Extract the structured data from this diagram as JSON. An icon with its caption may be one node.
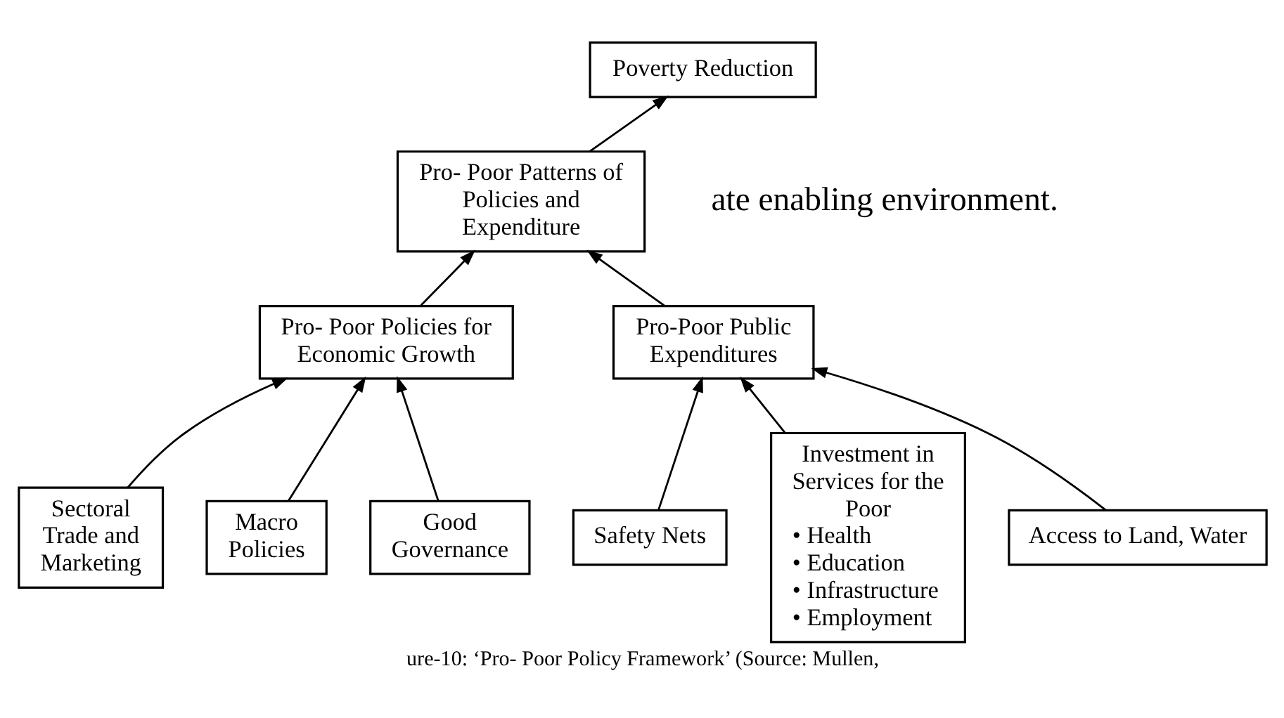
{
  "diagram": {
    "caption": "ure-10: ‘Pro- Poor Policy Framework’ (Source: Mullen,",
    "nodes": [
      {
        "text": [
          "Poverty Reduction"
        ]
      },
      {
        "text": [
          "Pro- Poor Patterns of Policies and Expenditure"
        ]
      },
      {
        "text": [
          "Safety Nets"
        ]
      },
      {
        "text": [
          "Pro- Poor Policies for Economic Growth"
        ]
      },
      {
        "text": [
          "Pro-Poor Public Expenditures"
        ]
      },
      {
        "text": [
          "Sectoral Trade and Marketing"
        ]
      },
      {
        "text": [
          "Macro Policies"
        ]
      },
      {
        "text": [
          "Good Governance"
        ]
      },
      {
        "text": [
          "Investment in Services for the Poor",
          "• Health",
          "• Education",
          "• Infrastructure",
          "• Employment"
        ]
      },
      {
        "text": [
          "Access to Land, Water"
        ]
      }
    ],
    "edges": [
      {
        "from": 1,
        "to": 0,
        "arrow": "to"
      },
      {
        "from": 3,
        "to": 1,
        "arrow": "to"
      },
      {
        "from": 4,
        "to": 1,
        "arrow": "to"
      },
      {
        "from": 2,
        "to": 4,
        "arrow": "to"
      },
      {
        "from": 5,
        "to": 3,
        "arrow": "to"
      },
      {
        "from": 6,
        "to": 3,
        "arrow": "to"
      },
      {
        "from": 7,
        "to": 3,
        "arrow": "to"
      },
      {
        "from": 9,
        "to": 4,
        "arrow": "to"
      },
      {
        "from": 8,
        "to": 4,
        "arrow": "to"
      }
    ],
    "labels": [
      "ate enabling environment."
    ]
  }
}
